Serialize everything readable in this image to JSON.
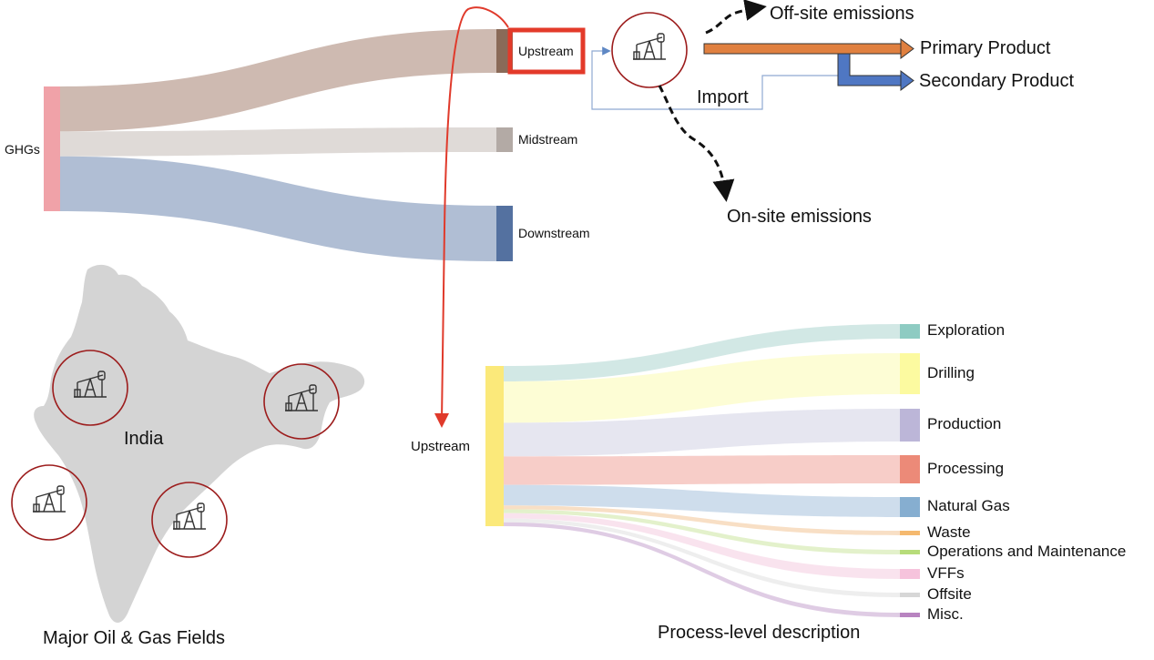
{
  "top_sankey": {
    "source": "GHGs",
    "targets": [
      {
        "label": "Upstream",
        "share": 0.36,
        "color": "#c9b3a8",
        "node_color": "#8a6a58"
      },
      {
        "label": "Midstream",
        "share": 0.2,
        "color": "#dcd6d3",
        "node_color": "#b3aaa5"
      },
      {
        "label": "Downstream",
        "share": 0.44,
        "color": "#a7b7cf",
        "node_color": "#5471a0"
      }
    ],
    "highlight": "Upstream"
  },
  "process_flow": {
    "off_site": "Off-site emissions",
    "primary": "Primary Product",
    "secondary": "Secondary Product",
    "import": "Import",
    "on_site": "On-site emissions"
  },
  "map": {
    "country": "India",
    "caption": "Major Oil & Gas Fields",
    "field_icon": "oil-pump-icon"
  },
  "bottom_sankey": {
    "source": "Upstream",
    "caption": "Process-level description",
    "targets": [
      {
        "label": "Exploration",
        "value": 6,
        "color": "#cde6e2",
        "node_color": "#8ecbc2"
      },
      {
        "label": "Drilling",
        "value": 16,
        "color": "#fdfdd0",
        "node_color": "#fcfaa0"
      },
      {
        "label": "Production",
        "value": 13,
        "color": "#e3e3ee",
        "node_color": "#bcb6d8"
      },
      {
        "label": "Processing",
        "value": 11,
        "color": "#f6c8c2",
        "node_color": "#ec8a78"
      },
      {
        "label": "Natural Gas",
        "value": 8,
        "color": "#c9d9ea",
        "node_color": "#86aed0"
      },
      {
        "label": "Waste",
        "value": 1.5,
        "color": "#f7dcbf",
        "node_color": "#f5b96f"
      },
      {
        "label": "Operations and Maintenance",
        "value": 1.5,
        "color": "#e0efc5",
        "node_color": "#b7dc7a"
      },
      {
        "label": "VFFs",
        "value": 2,
        "color": "#f8e0ec",
        "node_color": "#f6c3dc"
      },
      {
        "label": "Offsite",
        "value": 1.5,
        "color": "#ececec",
        "node_color": "#d7d7d7"
      },
      {
        "label": "Misc.",
        "value": 1.5,
        "color": "#dcc6e1",
        "node_color": "#b884c0"
      }
    ]
  }
}
